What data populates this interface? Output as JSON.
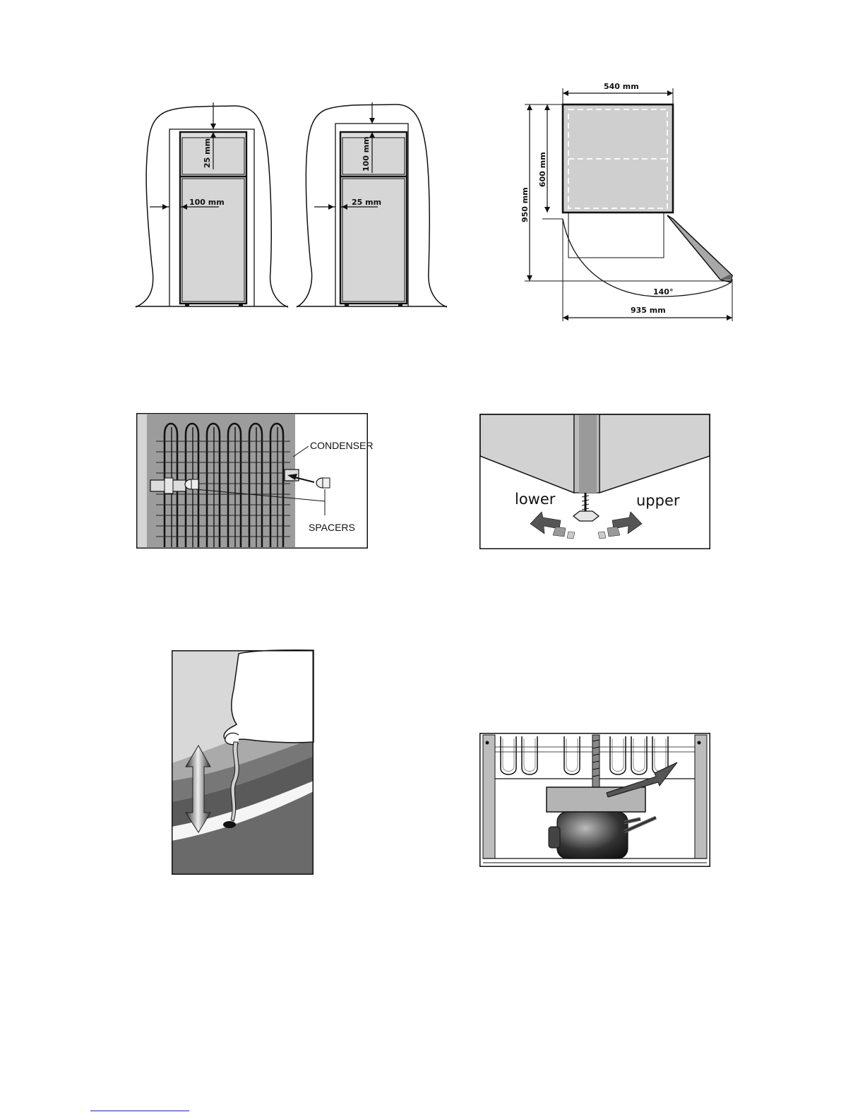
{
  "clearance_figure": {
    "left_top": "25 mm",
    "left_side": "100 mm",
    "right_top": "100 mm",
    "right_side": "25 mm"
  },
  "dimensions_figure": {
    "width": "540 mm",
    "depth": "600 mm",
    "total_depth": "950 mm",
    "angle": "140°",
    "total_width": "935 mm"
  },
  "condenser_figure": {
    "condenser_label": "CONDENSER",
    "spacers_label": "SPACERS"
  },
  "feet_figure": {
    "lower_label": "lower",
    "upper_label": "upper"
  },
  "drain_figure": {},
  "compressor_figure": {},
  "colors": {
    "panel_gray": "#d2d2d2",
    "dark_gray": "#6e6e6e",
    "outline": "#111111",
    "footer_link": "#1a1ad6"
  }
}
